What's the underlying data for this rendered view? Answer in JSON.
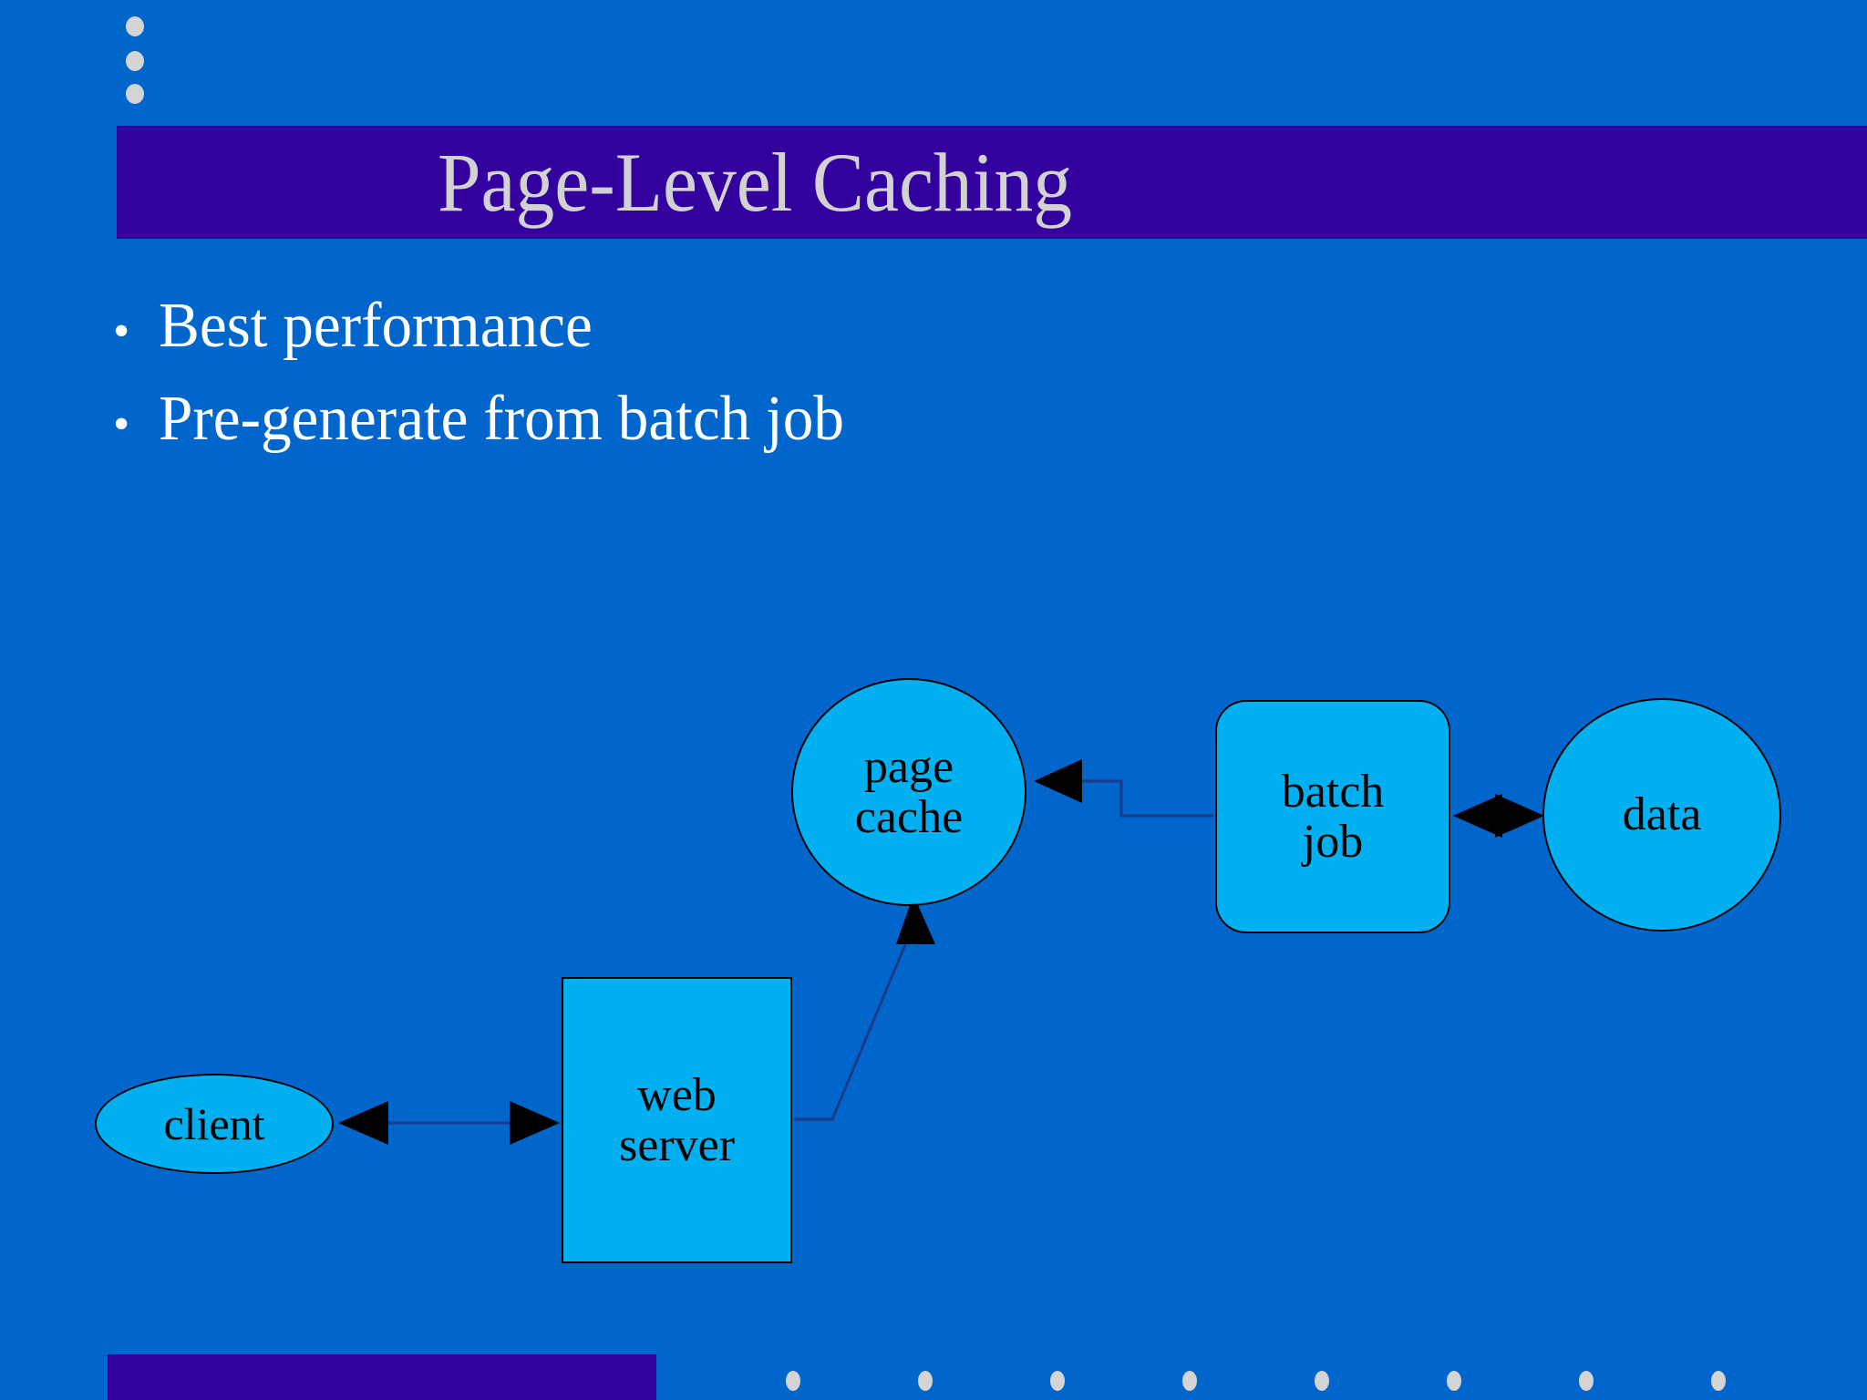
{
  "slide": {
    "title": "Page-Level Caching",
    "background_color": "#0066CC",
    "title_bar_color": "#33029E",
    "title_text_color": "#D2D2D2",
    "body_text_color": "#FFFFFF",
    "node_fill_color": "#00B0F0",
    "node_text_color": "#000000",
    "deco_dot_color": "#D4D4D4"
  },
  "header_dots": [
    {
      "name": "deco-dot-1"
    },
    {
      "name": "deco-dot-2"
    },
    {
      "name": "deco-dot-3"
    }
  ],
  "bullets": [
    {
      "marker": "•",
      "label": "Best performance"
    },
    {
      "marker": "•",
      "label": "Pre-generate from batch job"
    }
  ],
  "diagram": {
    "type": "flow-diagram",
    "nodes": [
      {
        "id": "page-cache",
        "label": "page\ncache",
        "shape": "circle"
      },
      {
        "id": "batch-job",
        "label": "batch\njob",
        "shape": "rounded-rect"
      },
      {
        "id": "data",
        "label": "data",
        "shape": "circle"
      },
      {
        "id": "web-server",
        "label": "web\nserver",
        "shape": "rect"
      },
      {
        "id": "client",
        "label": "client",
        "shape": "ellipse"
      }
    ],
    "edges": [
      {
        "from": "client",
        "to": "web-server",
        "style": "double-arrow"
      },
      {
        "from": "web-server",
        "to": "page-cache",
        "style": "arrow"
      },
      {
        "from": "batch-job",
        "to": "page-cache",
        "style": "arrow"
      },
      {
        "from": "batch-job",
        "to": "data",
        "style": "double-arrow"
      }
    ]
  },
  "footer": {
    "dot_count": 8
  }
}
